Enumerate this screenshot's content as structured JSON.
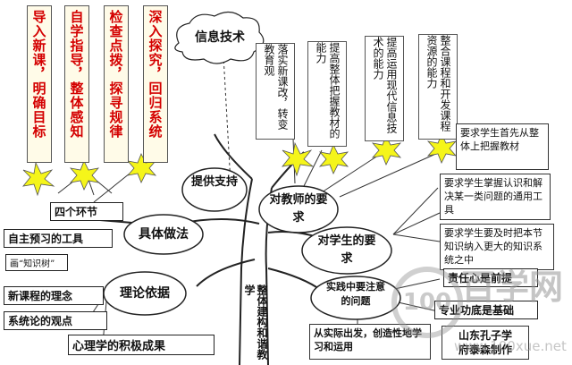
{
  "top_boxes": [
    {
      "text": "导入新课，明确目标"
    },
    {
      "text": "自学指导，整体感知"
    },
    {
      "text": "检查点拨，探寻规律"
    },
    {
      "text": "深入探究，回归系统"
    }
  ],
  "cloud": {
    "text": "信息技术"
  },
  "teacher_cards": [
    {
      "text": "落实新课改，转变教育观"
    },
    {
      "text": "提高整体把握教材的能力"
    },
    {
      "text": "提高运用现代信息技术的能力"
    },
    {
      "text": "整合课程和开发课程资源的能力"
    }
  ],
  "ovals": {
    "support": "提供支持",
    "teacher_req": "对教师的要求",
    "student_req": "对学生的要求",
    "method": "具体做法",
    "theory": "理论依据",
    "practice": "实践中要注意的问题"
  },
  "trunk": {
    "text": "整体建构和谐教学"
  },
  "student_boxes": [
    {
      "text": "要求学生首先从整体上把握教材"
    },
    {
      "text": "要求学生掌握认识和解决某一类问题的通用工具"
    },
    {
      "text": "要求学生要及时把本节知识纳入更大的知识系统之中"
    }
  ],
  "left_labels": {
    "four_links": "四个环节",
    "preview_tool": "自主预习的工具",
    "knowledge_tree": "画“知识树”",
    "new_concept": "新课程的理念",
    "system_view": "系统论的观点",
    "psychology": "心理学的积极成果"
  },
  "practice_items": {
    "responsibility": "责任心是前提",
    "skill": "专业功底是基础",
    "reality": "从实际出发，创造性地学习和运用"
  },
  "credit": {
    "line1": "山东孔子学",
    "line2": "府泰森制作"
  },
  "watermark": {
    "brand": "百学网",
    "url": "www.100xue.net"
  }
}
